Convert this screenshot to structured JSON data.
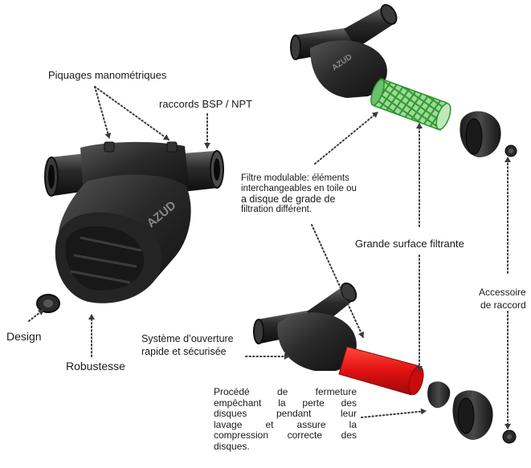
{
  "colors": {
    "body_dark": "#1b1b1b",
    "body_mid": "#2f2f2f",
    "body_light": "#4d4d4d",
    "screen_green": "#3fa83f",
    "disc_red": "#e01010",
    "arrow": "#3a3a3a"
  },
  "labels": {
    "piquages": "Piquages manométriques",
    "raccords": "raccords BSP / NPT",
    "design": "Design",
    "robustesse": "Robustesse",
    "grande_surface": "Grande surface filtrante",
    "accessoire": "Accessoire",
    "de_raccord": "de raccord",
    "systeme_1": "Système d’ouverture",
    "systeme_2": "rapide et sécurisée"
  },
  "filtre_modulable": {
    "line1": "Filtre modulable:  éléments",
    "line2": "interchangeables en toile ou",
    "line3": "a disque de grade de",
    "line4": "filtration différent."
  },
  "procede": {
    "line1": "Procédé de fermeture",
    "line2": "empêchant la perte des",
    "line3": "disques pendant leur",
    "line4": "lavage et assure la",
    "line5": "compression correcte des",
    "line6": "disques."
  },
  "brand": "AZUD"
}
